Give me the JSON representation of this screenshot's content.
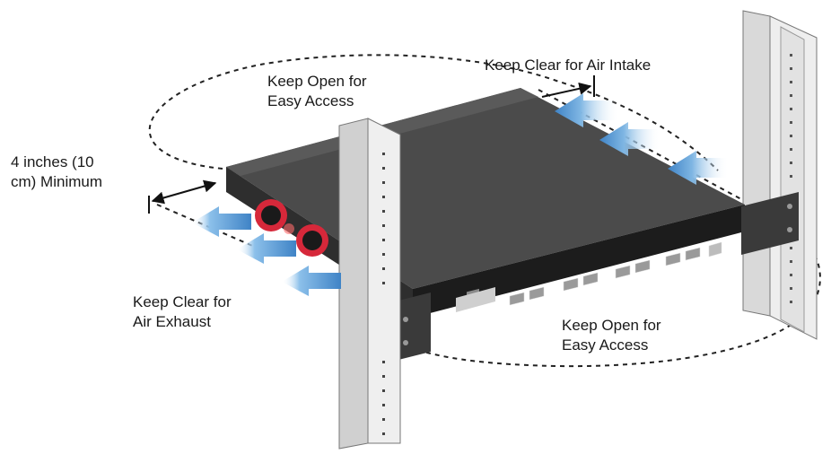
{
  "labels": {
    "top_access": [
      "Keep Open for",
      "Easy Access"
    ],
    "air_intake": "Keep Clear for Air Intake",
    "clearance": [
      "4 inches (10",
      "cm) Minimum"
    ],
    "air_exhaust": [
      "Keep Clear for",
      "Air Exhaust"
    ],
    "bottom_access": [
      "Keep Open for",
      "Easy Access"
    ]
  },
  "colors": {
    "chassis_top": "#4b4b4b",
    "chassis_side": "#2e2e2e",
    "front_panel": "#1c1c1c",
    "rack_rail": "#e9e9e9",
    "rail_shadow": "#bdbdbd",
    "intake_air": "#6aa8dc",
    "exhaust_air": "#4d8fd0",
    "fan_red": "#d6283a",
    "dashed_line": "#222222"
  },
  "icons": [
    "rack-rail-icon",
    "switch-chassis-icon",
    "airflow-arrow-icon",
    "fan-icon",
    "dimension-arrow-icon"
  ]
}
